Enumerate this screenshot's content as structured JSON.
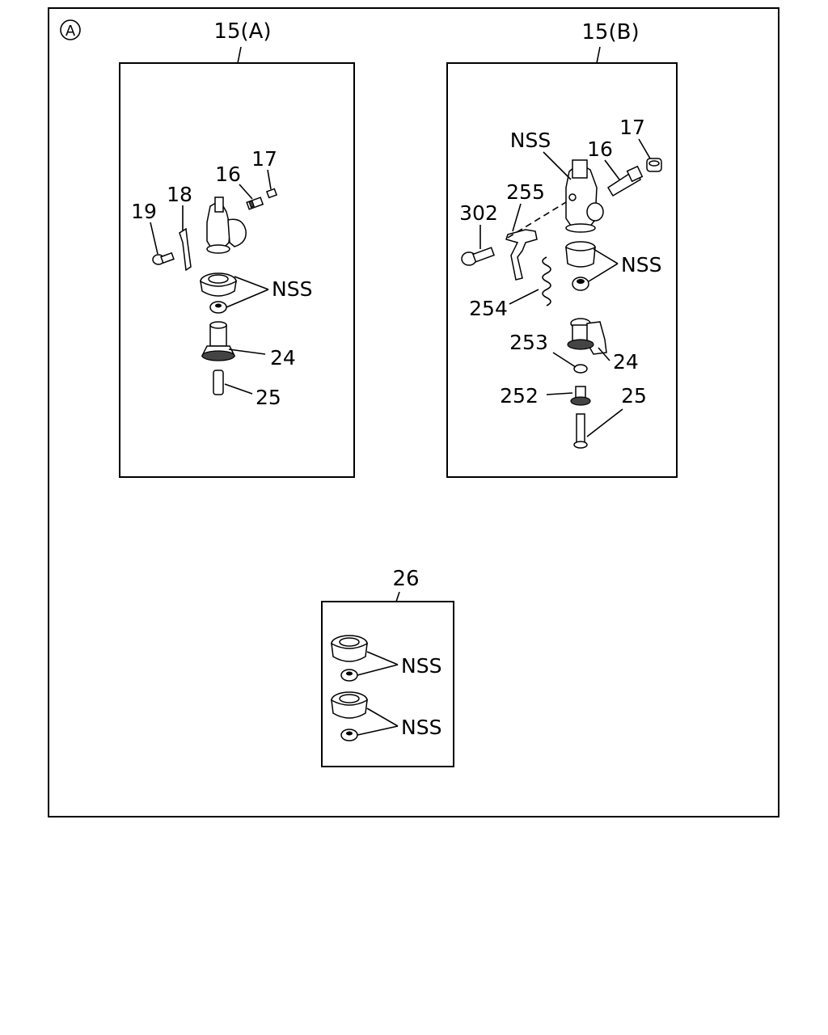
{
  "view_marker": "A",
  "groups": [
    {
      "title": "15(A)",
      "labels": [
        "16",
        "17",
        "18",
        "19",
        "NSS",
        "24",
        "25"
      ]
    },
    {
      "title": "15(B)",
      "labels": [
        "NSS",
        "16",
        "17",
        "255",
        "302",
        "NSS",
        "254",
        "253",
        "24",
        "252",
        "25"
      ]
    },
    {
      "title": "26",
      "labels": [
        "NSS",
        "NSS"
      ]
    }
  ]
}
